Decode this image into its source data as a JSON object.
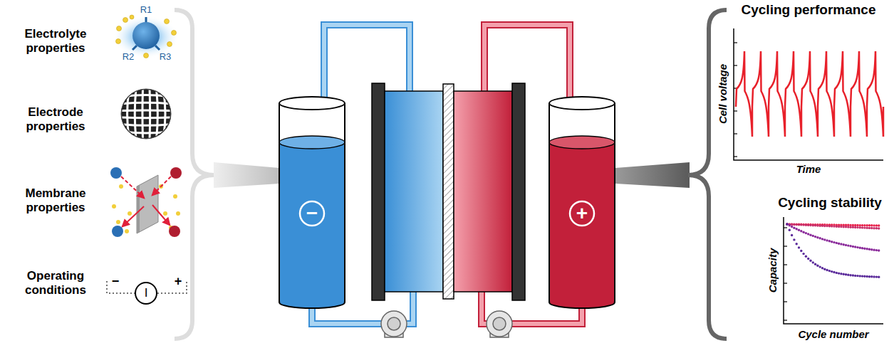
{
  "diagram": {
    "nodes": [
      {
        "text": [
          "Cycling performance"
        ]
      },
      {
        "text": [
          "Cycling stability"
        ]
      }
    ],
    "labels": [
      "Electrolyte properties",
      "Electrode properties",
      "Membrane properties",
      "Operating conditions",
      "R1",
      "R2",
      "R3",
      "−",
      "I",
      "+",
      "−",
      "+",
      "Cell voltage",
      "Time",
      "Capacity",
      "Cycle number"
    ]
  }
}
